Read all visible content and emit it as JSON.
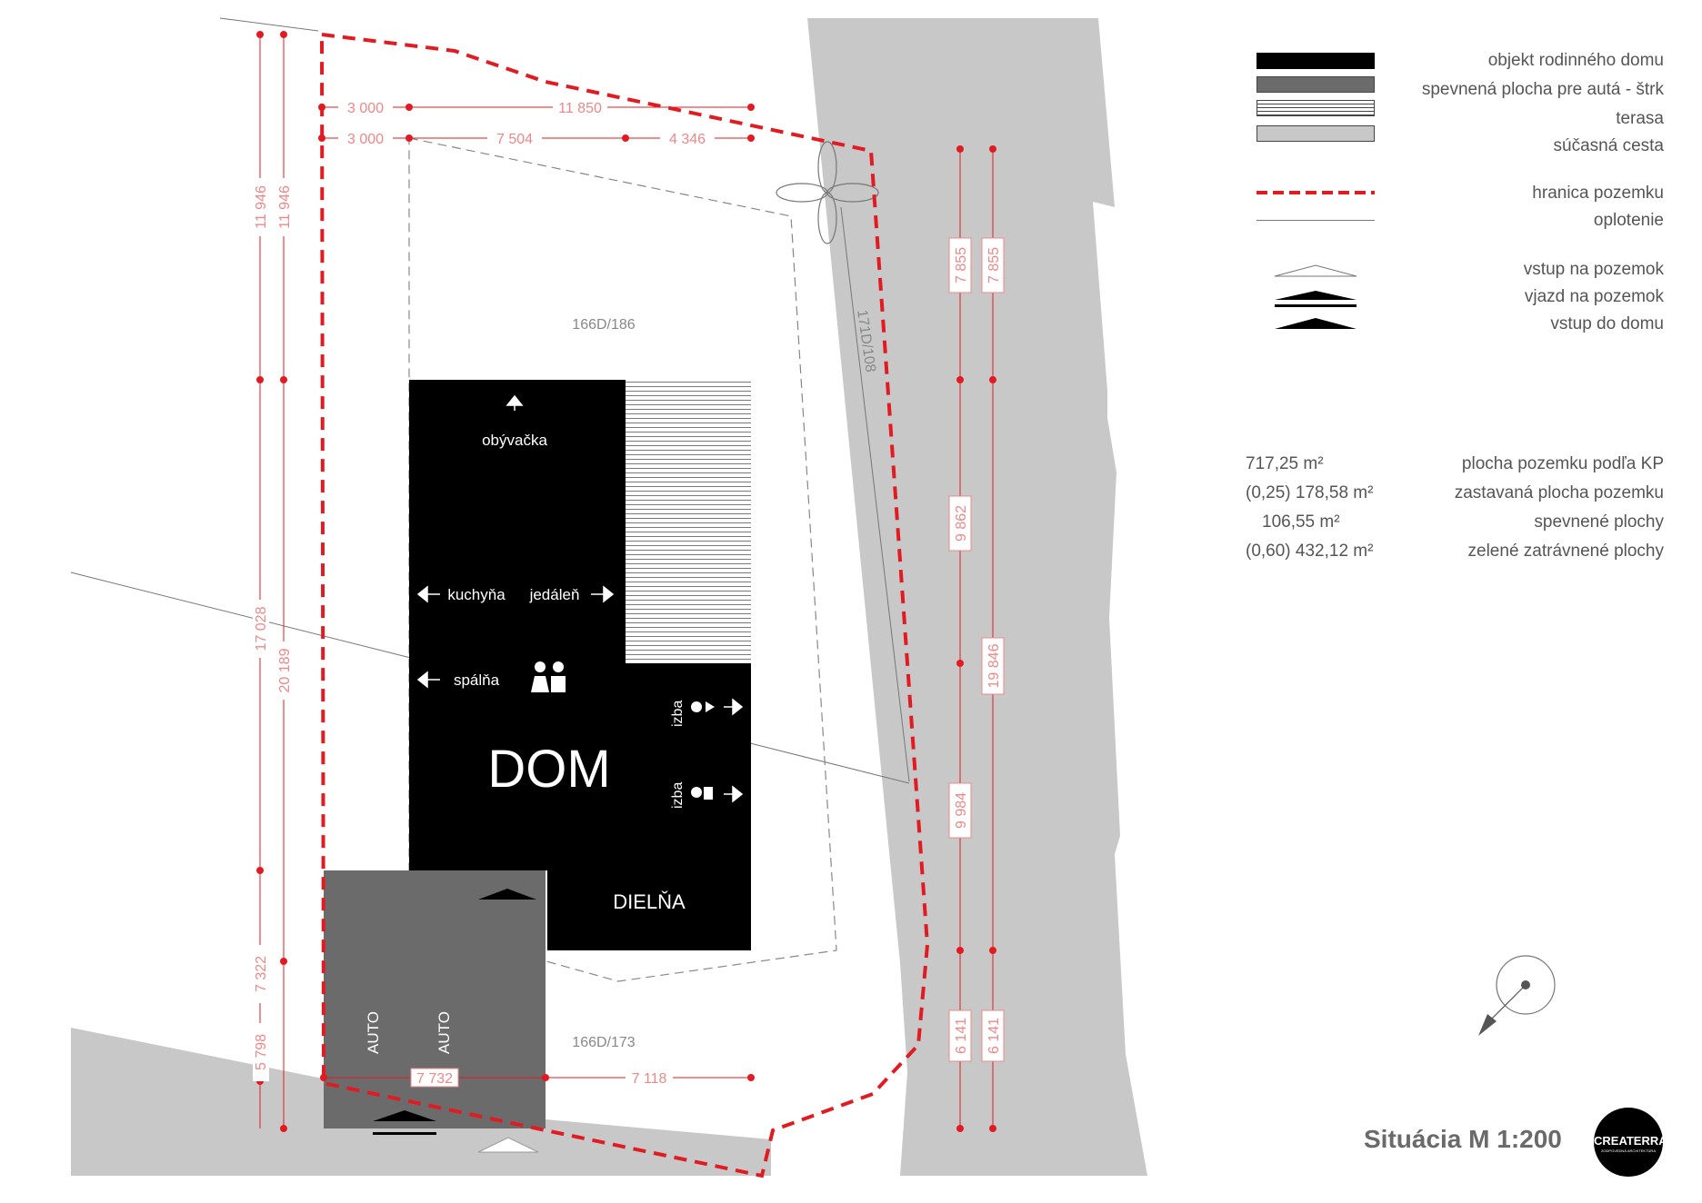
{
  "labels": {
    "parcel_top": "166D/186",
    "parcel_bottom": "166D/173",
    "parcel_side": "171D/108",
    "house": "DOM",
    "workshop": "DIELŇA",
    "living_room": "obývačka",
    "kitchen": "kuchyňa",
    "dining": "jedáleň",
    "bedroom": "spálňa",
    "room1": "izba",
    "room2": "izba",
    "car1": "AUTO",
    "car2": "AUTO"
  },
  "dimensions": {
    "top_row1": [
      "3 000",
      "11 850"
    ],
    "top_row2": [
      "3 000",
      "7 504",
      "4 346"
    ],
    "left_outer": [
      "11 946",
      "17 028",
      "7 322",
      "5 798"
    ],
    "left_inner": [
      "11 946",
      "20 189"
    ],
    "right_inner": [
      "7 855",
      "9 862",
      "9 984",
      "6 141"
    ],
    "right_outer": [
      "7 855",
      "19 846",
      "6 141"
    ],
    "bottom": [
      "7 732",
      "7 118"
    ]
  },
  "legend": [
    {
      "label": "objekt rodinného domu",
      "swatch": "#000000"
    },
    {
      "label": "spevnená plocha pre autá - štrk",
      "swatch": "#6b6b6b"
    },
    {
      "label": "terasa",
      "swatch": "stripes"
    },
    {
      "label": "súčasná cesta",
      "swatch": "#c8c8c8"
    },
    {
      "label": "hranica pozemku",
      "swatch": "red-dashed"
    },
    {
      "label": "oplotenie",
      "swatch": "thin-line"
    },
    {
      "label": "vstup na pozemok",
      "swatch": "outline-arrow"
    },
    {
      "label": "vjazd na pozemok",
      "swatch": "double-arrow"
    },
    {
      "label": "vstup do domu",
      "swatch": "solid-arrow"
    }
  ],
  "stats": [
    {
      "value": "717,25 m²",
      "label": "plocha pozemku podľa KP"
    },
    {
      "value": "(0,25) 178,58 m²",
      "label": "zastavaná plocha pozemku"
    },
    {
      "value": "106,55 m²",
      "label": "spevnené plochy"
    },
    {
      "value": "(0,60) 432,12 m²",
      "label": "zelené zatrávnené plochy"
    }
  ],
  "title": "Situácia  M 1:200",
  "logo": {
    "name": "CREATERRA",
    "tagline": "ZODPOVEDNÁ ARCHITEKTÚRA"
  },
  "colors": {
    "house": "#000000",
    "parking": "#6b6b6b",
    "road": "#c8c8c8",
    "boundary": "#e11b22",
    "dimension": "#e11b22"
  }
}
